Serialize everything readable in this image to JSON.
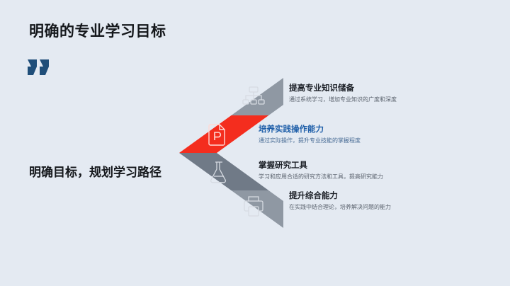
{
  "slide": {
    "background_color": "#e4eaf2",
    "title": "明确的专业学习目标",
    "quote_icon": "quotation-mark-icon",
    "quote_color": "#1f4e79",
    "subtitle": "明确目标，规划学习路径"
  },
  "chevron": {
    "shape": "left-pointing-chevron-arrow",
    "bands": [
      {
        "index": 1,
        "color": "#8f98a3",
        "icon": "hierarchy-org-chart-icon"
      },
      {
        "index": 2,
        "color": "#f42d1e",
        "icon": "presentation-file-p-icon"
      },
      {
        "index": 3,
        "color": "#707a87",
        "icon": "flask-beaker-icon"
      },
      {
        "index": 4,
        "color": "#8f98a3",
        "icon": "printer-icon"
      }
    ]
  },
  "items": [
    {
      "heading": "提高专业知识储备",
      "description": "通过系统学习，增加专业知识的广度和深度",
      "highlighted": false,
      "heading_color": "#1b1f26",
      "icon": "hierarchy-org-chart-icon"
    },
    {
      "heading": "培养实践操作能力",
      "description": "通过实际操作，提升专业技能的掌握程度",
      "highlighted": true,
      "heading_color": "#1f5fa9",
      "icon": "presentation-file-p-icon"
    },
    {
      "heading": "掌握研究工具",
      "description": "学习和应用合适的研究方法和工具，提高研究能力",
      "highlighted": false,
      "heading_color": "#1b1f26",
      "icon": "flask-beaker-icon"
    },
    {
      "heading": "提升综合能力",
      "description": "在实践中结合理论，培养解决问题的能力",
      "highlighted": false,
      "heading_color": "#1b1f26",
      "icon": "printer-icon"
    }
  ]
}
